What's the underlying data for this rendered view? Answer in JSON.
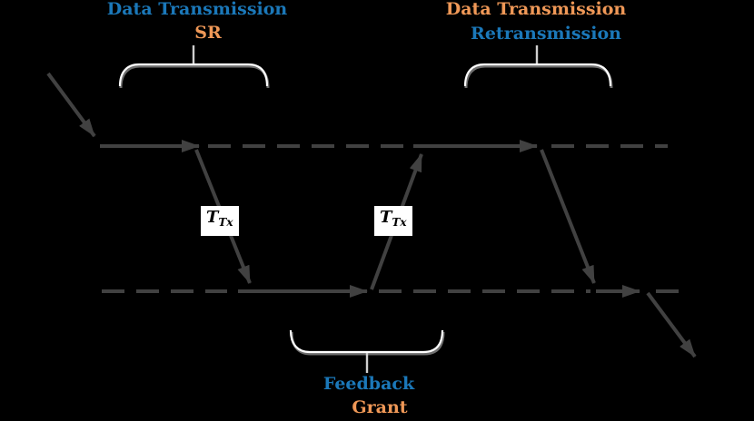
{
  "figure": {
    "background": "#000000",
    "colors": {
      "blue": "#1b78b9",
      "orange": "#ef9857",
      "line": "#414141",
      "brace": "#ffffff",
      "brace_shadow": "#6e6e6e",
      "delay_box_bg": "#ffffff",
      "delay_box_text": "#000000"
    },
    "annotations": {
      "sr_phase": {
        "line1": "Data Transmission",
        "line2": "SR"
      },
      "retx_phase": {
        "line1": "Data Transmission",
        "line2": "Retransmission"
      },
      "feedback_phase": {
        "line1": "Feedback",
        "line2": "Grant"
      }
    },
    "delay_labels": {
      "first": {
        "symbol": "T",
        "subscript": "Tx"
      },
      "second": {
        "symbol": "T",
        "subscript": "Tx"
      }
    }
  }
}
